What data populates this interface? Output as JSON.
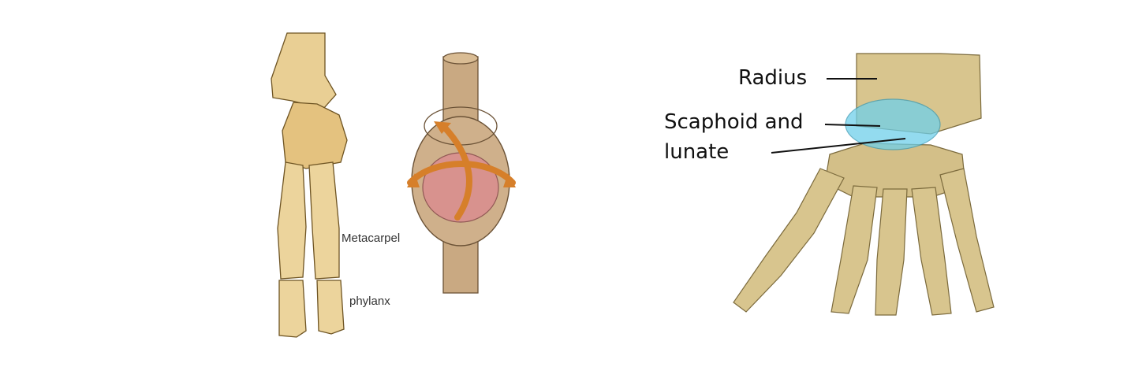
{
  "left_figure": {
    "labels": {
      "metacarpel": "Metacarpel",
      "phylanx": "phylanx"
    }
  },
  "right_figure": {
    "labels": {
      "radius": "Radius",
      "scaphoid_line1": "Scaphoid and",
      "scaphoid_line2": "lunate"
    }
  },
  "colors": {
    "bone": "#e9cf94",
    "bone_shadow": "#c9a35f",
    "joint_highlight": "#6fd0ea",
    "joint_ball": "#d98f8f",
    "arrow": "#d67f2a",
    "right_bone": "#d8c58e"
  }
}
